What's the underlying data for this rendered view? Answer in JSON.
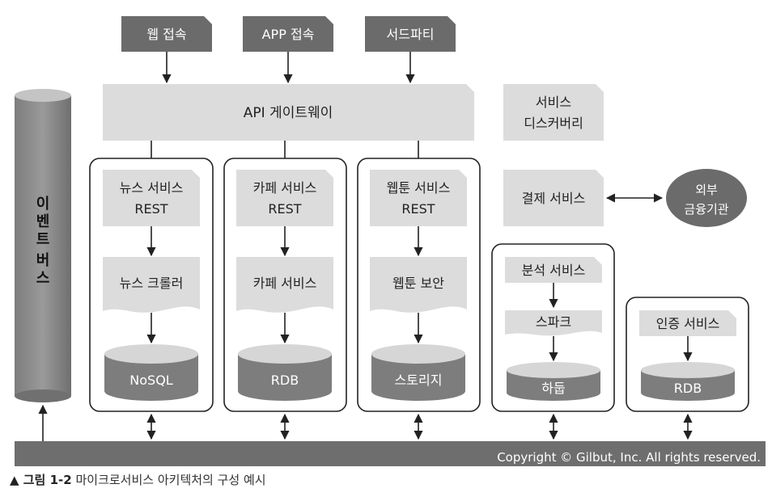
{
  "sources": {
    "web": "웹 접속",
    "app": "APP 접속",
    "third_party": "서드파티"
  },
  "api_gateway": "API 게이트웨이",
  "service_discovery": {
    "line1": "서비스",
    "line2": "디스커버리"
  },
  "event_bus": [
    "이",
    "벤",
    "트",
    "버",
    "스"
  ],
  "news": {
    "service_l1": "뉴스 서비스",
    "service_l2": "REST",
    "crawler": "뉴스 크롤러",
    "db": "NoSQL"
  },
  "cafe": {
    "service_l1": "카페 서비스",
    "service_l2": "REST",
    "service": "카페 서비스",
    "db": "RDB"
  },
  "webtoon": {
    "service_l1": "웹툰 서비스",
    "service_l2": "REST",
    "security": "웹툰 보안",
    "db": "스토리지"
  },
  "payment": {
    "service": "결제 서비스",
    "external_l1": "외부",
    "external_l2": "금융기관"
  },
  "analytics": {
    "service": "분석 서비스",
    "spark": "스파크",
    "hadoop": "하둡"
  },
  "auth": {
    "service": "인증 서비스",
    "db": "RDB"
  },
  "copyright": "Copyright © Gilbut, Inc. All rights reserved.",
  "caption": {
    "figure": "▲ 그림 1-2",
    "text": "마이크로서비스 아키텍처의 구성 예시"
  },
  "colors": {
    "dark_box": "#6b6b6b",
    "light_box": "#dcdcdc",
    "bus_bar": "#6e6e6e",
    "outline": "#222222"
  }
}
